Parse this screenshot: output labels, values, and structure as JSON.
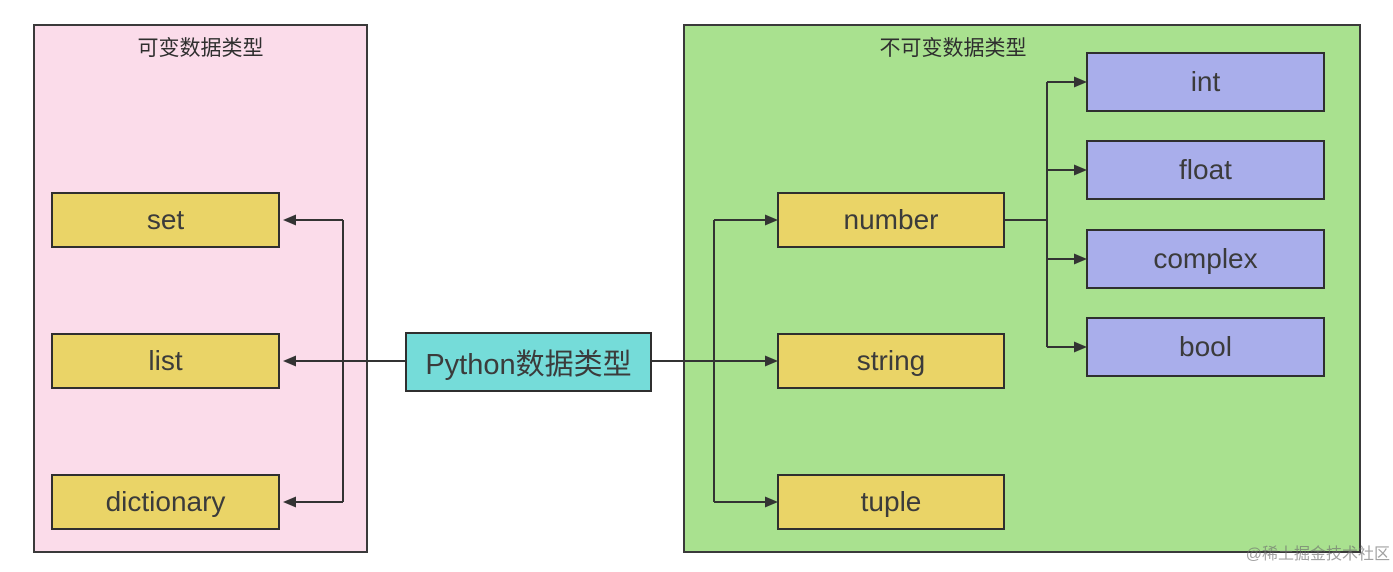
{
  "diagram": {
    "root": {
      "label": "Python数据类型"
    },
    "mutable_group": {
      "title": "可变数据类型",
      "items": [
        {
          "label": "set"
        },
        {
          "label": "list"
        },
        {
          "label": "dictionary"
        }
      ]
    },
    "immutable_group": {
      "title": "不可变数据类型",
      "items": [
        {
          "label": "number"
        },
        {
          "label": "string"
        },
        {
          "label": "tuple"
        }
      ],
      "number_children": [
        {
          "label": "int"
        },
        {
          "label": "float"
        },
        {
          "label": "complex"
        },
        {
          "label": "bool"
        }
      ]
    },
    "watermark": "@稀土掘金技术社区",
    "colors": {
      "mutable_group_bg": "#fbdcea",
      "immutable_group_bg": "#a9e18f",
      "type_node_bg": "#ead467",
      "subtype_node_bg": "#a9aeeb",
      "root_node_bg": "#75dcd9",
      "connector_line": "#333333",
      "node_border": "#2f2f2f",
      "text": "#3b3b3b"
    }
  }
}
